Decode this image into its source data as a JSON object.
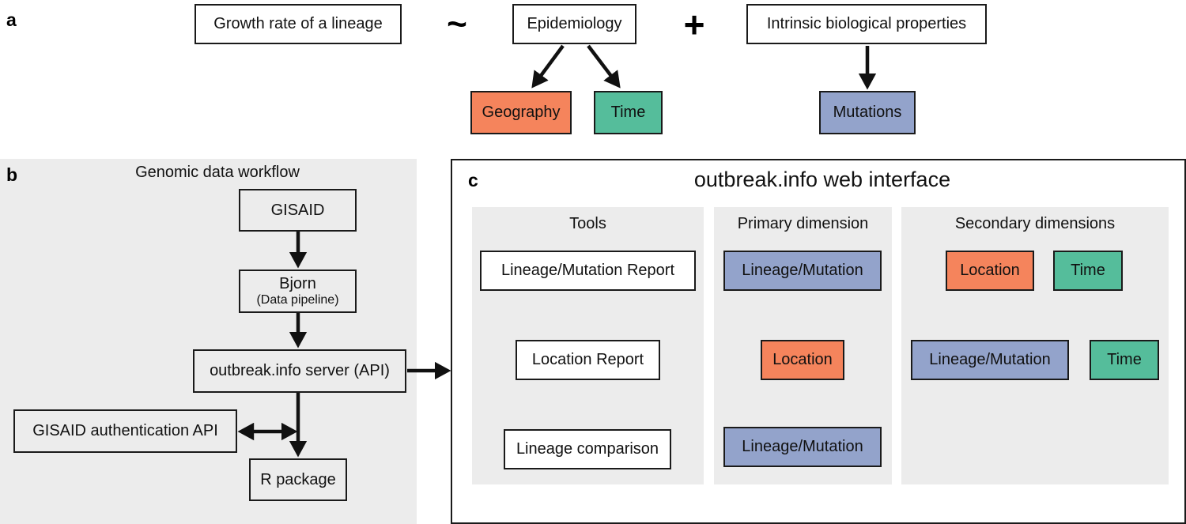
{
  "figure": {
    "panels": [
      {
        "letter": "a"
      },
      {
        "letter": "b"
      },
      {
        "letter": "c"
      }
    ]
  },
  "panel_a": {
    "letter": "a",
    "outcome_box": "Growth rate of a lineage",
    "operator_tilde": "~",
    "operator_plus": "+",
    "epidemiology_box": "Epidemiology",
    "intrinsic_box": "Intrinsic biological properties",
    "geography_box": "Geography",
    "time_box": "Time",
    "mutations_box": "Mutations"
  },
  "panel_b": {
    "letter": "b",
    "title": "Genomic data workflow",
    "gisaid_box": "GISAID",
    "bjorn_box": "Bjorn",
    "bjorn_sub": "(Data pipeline)",
    "server_box": "outbreak.info server (API)",
    "auth_box": "GISAID authentication API",
    "rpackage_box": "R package"
  },
  "panel_c": {
    "letter": "c",
    "title": "outbreak.info web interface",
    "columns": [
      {
        "header": "Tools"
      },
      {
        "header": "Primary dimension"
      },
      {
        "header": "Secondary dimensions"
      }
    ],
    "rows": [
      {
        "tool": "Lineage/Mutation Report",
        "primary": "Lineage/Mutation",
        "secondary": [
          "Location",
          "Time"
        ]
      },
      {
        "tool": "Location Report",
        "primary": "Location",
        "secondary": [
          "Lineage/Mutation",
          "Time"
        ]
      },
      {
        "tool": "Lineage comparison",
        "primary": "Lineage/Mutation",
        "secondary": []
      }
    ]
  },
  "colors": {
    "orange": "#F5845C",
    "green": "#55BD9B",
    "blue": "#93A3CB",
    "gray_panel": "#ECECEC",
    "stroke": "#1a1a1a"
  }
}
